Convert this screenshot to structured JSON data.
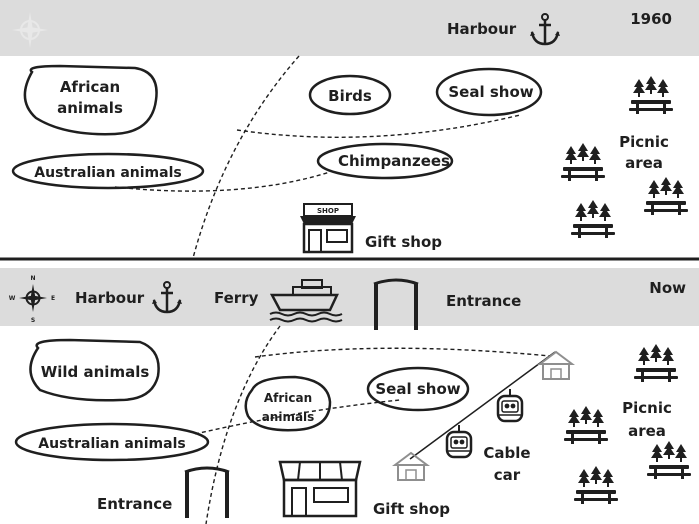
{
  "top_map": {
    "year": "1960",
    "harbour": "Harbour",
    "african_animals_line1": "African",
    "african_animals_line2": "animals",
    "birds": "Birds",
    "seal_show": "Seal show",
    "australian_animals": "Australian animals",
    "chimpanzees": "Chimpanzees",
    "picnic_line1": "Picnic",
    "picnic_line2": "area",
    "shop_sign": "SHOP",
    "gift_shop": "Gift shop"
  },
  "bottom_map": {
    "year": "Now",
    "harbour": "Harbour",
    "ferry": "Ferry",
    "entrance_top": "Entrance",
    "wild_animals": "Wild animals",
    "african_animals_line1": "African",
    "african_animals_line2": "animals",
    "seal_show": "Seal show",
    "australian_animals": "Australian animals",
    "cable_car_line1": "Cable",
    "cable_car_line2": "car",
    "picnic_line1": "Picnic",
    "picnic_line2": "area",
    "entrance_bottom": "Entrance",
    "gift_shop": "Gift shop"
  },
  "compass": {
    "n": "N",
    "s": "S",
    "e": "E",
    "w": "W"
  },
  "colors": {
    "band": "#dcdcdc",
    "ink": "#1f1f1f",
    "paper": "#ffffff",
    "hut": "#8f8f8f"
  }
}
